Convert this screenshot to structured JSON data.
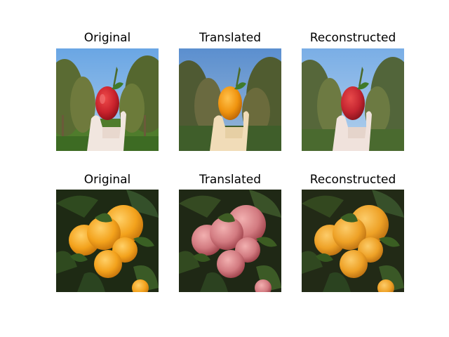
{
  "figure": {
    "rows": [
      {
        "row_subject": "apple-to-orange",
        "panels": [
          {
            "title": "Original",
            "content": "apple-original",
            "dominant_color": "#c9222c"
          },
          {
            "title": "Translated",
            "content": "apple-translated-to-orange",
            "dominant_color": "#f0940f"
          },
          {
            "title": "Reconstructed",
            "content": "apple-reconstructed",
            "dominant_color": "#c42530"
          }
        ]
      },
      {
        "row_subject": "orange-to-apple",
        "panels": [
          {
            "title": "Original",
            "content": "orange-original",
            "dominant_color": "#f3a21c"
          },
          {
            "title": "Translated",
            "content": "orange-translated-to-apple",
            "dominant_color": "#d27a80"
          },
          {
            "title": "Reconstructed",
            "content": "orange-reconstructed",
            "dominant_color": "#eea126"
          }
        ]
      }
    ]
  }
}
